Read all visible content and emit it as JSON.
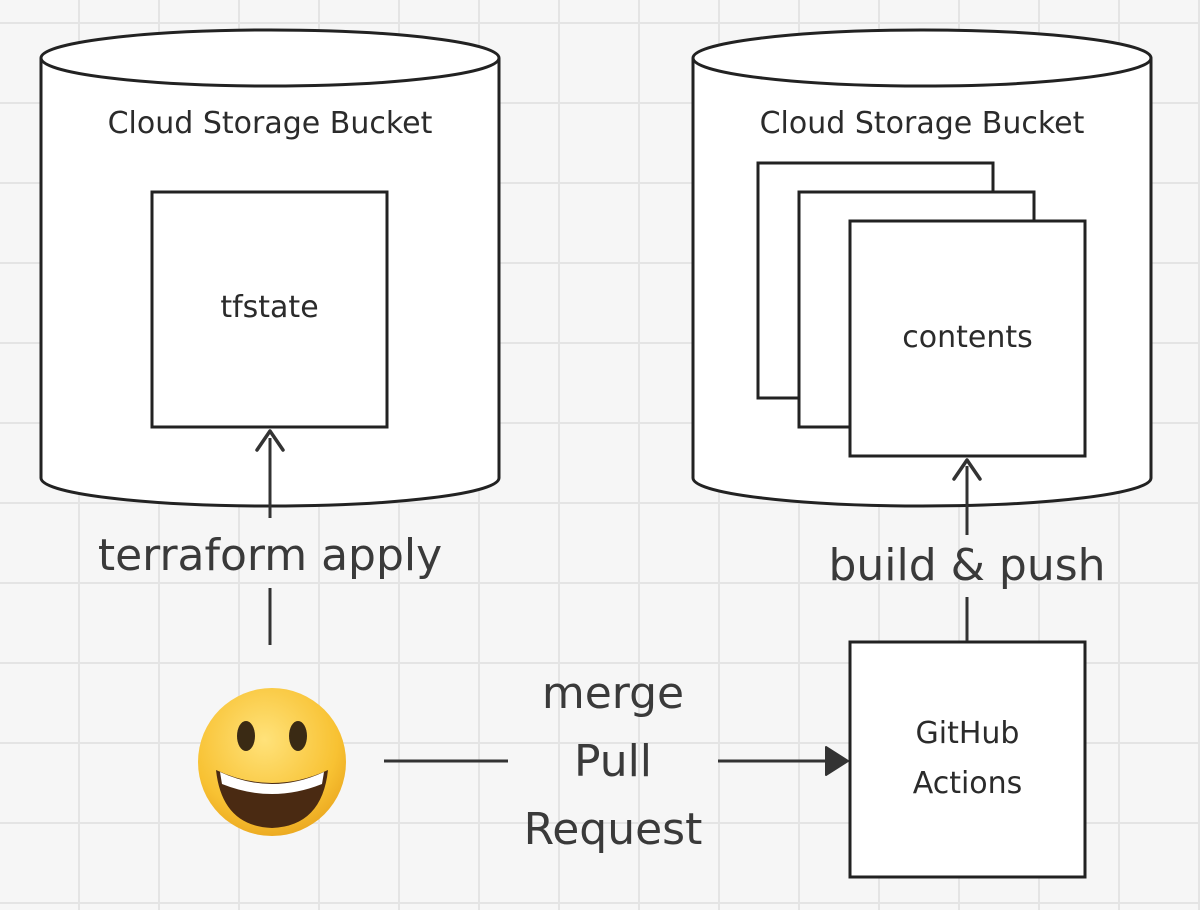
{
  "nodes": {
    "left_bucket": {
      "title": "Cloud Storage Bucket"
    },
    "tfstate": {
      "label": "tfstate"
    },
    "right_bucket": {
      "title": "Cloud Storage Bucket"
    },
    "contents": {
      "label": "contents"
    },
    "github_actions": {
      "line1": "GitHub",
      "line2": "Actions"
    },
    "user": {
      "icon": "grinning-face-icon"
    }
  },
  "edges": {
    "terraform_apply": {
      "label": "terraform apply"
    },
    "build_push": {
      "label": "build & push"
    },
    "merge_pr": {
      "line1": "merge",
      "line2": "Pull",
      "line3": "Request"
    }
  },
  "colors": {
    "stroke": "#222222",
    "fill": "#ffffff",
    "text": "#2b2b2b",
    "emoji": "#f7c331"
  }
}
